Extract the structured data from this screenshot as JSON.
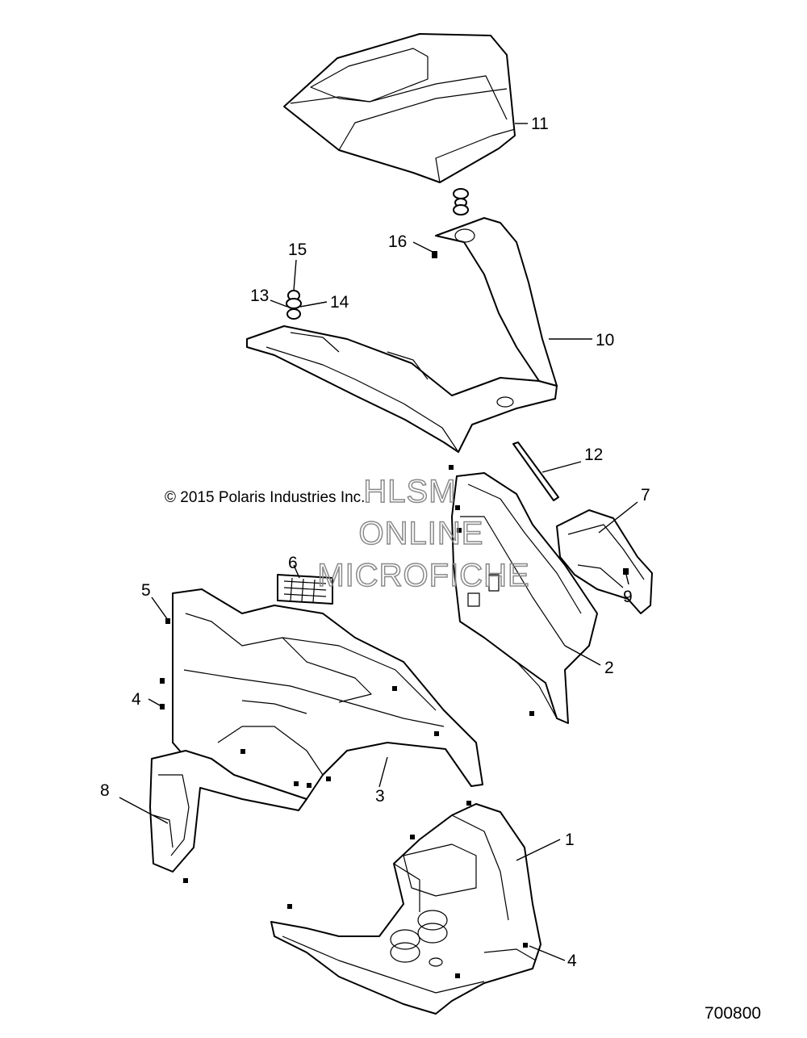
{
  "callouts": {
    "c1": "1",
    "c2": "2",
    "c3": "3",
    "c4a": "4",
    "c4b": "4",
    "c5": "5",
    "c6": "6",
    "c7": "7",
    "c8": "8",
    "c9": "9",
    "c10": "10",
    "c11": "11",
    "c12": "12",
    "c13": "13",
    "c14": "14",
    "c15": "15",
    "c16": "16"
  },
  "copyright": "© 2015 Polaris Industries Inc.",
  "watermark": {
    "line1": "HLSM",
    "line2": "ONLINE",
    "line3": "MICROFICHE"
  },
  "diagram_number": "700800",
  "colors": {
    "line": "#000000",
    "background": "#ffffff",
    "watermark": "#8a8a8a"
  }
}
